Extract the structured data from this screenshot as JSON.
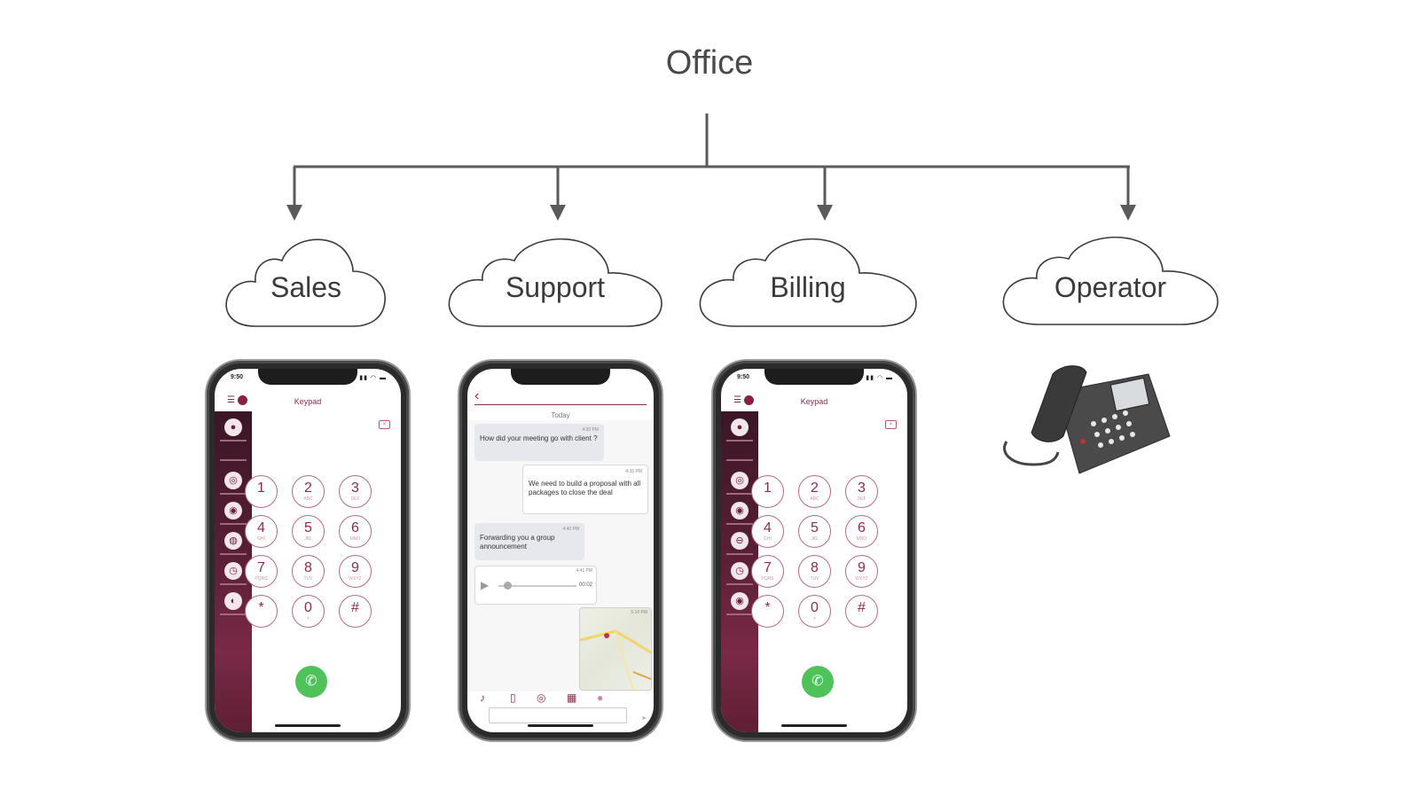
{
  "root": {
    "label": "Office"
  },
  "clouds": [
    {
      "id": "sales",
      "label": "Sales"
    },
    {
      "id": "support",
      "label": "Support"
    },
    {
      "id": "billing",
      "label": "Billing"
    },
    {
      "id": "operator",
      "label": "Operator"
    }
  ],
  "keypad_phone": {
    "time": "9:50",
    "title": "Keypad",
    "keys": [
      {
        "digit": "1",
        "sub": ""
      },
      {
        "digit": "2",
        "sub": "ABC"
      },
      {
        "digit": "3",
        "sub": "DEF"
      },
      {
        "digit": "4",
        "sub": "GHI"
      },
      {
        "digit": "5",
        "sub": "JKL"
      },
      {
        "digit": "6",
        "sub": "MNO"
      },
      {
        "digit": "7",
        "sub": "PQRS"
      },
      {
        "digit": "8",
        "sub": "TUV"
      },
      {
        "digit": "9",
        "sub": "WXYZ"
      },
      {
        "digit": "*",
        "sub": ""
      },
      {
        "digit": "0",
        "sub": "+"
      },
      {
        "digit": "#",
        "sub": ""
      }
    ]
  },
  "chat_phone": {
    "day": "Today",
    "messages": [
      {
        "time": "4:30 PM",
        "text": "How did your meeting go with client ?",
        "direction": "in"
      },
      {
        "time": "4:35 PM",
        "text": "We need to build a proposal with all packages to close the deal",
        "direction": "out"
      },
      {
        "time": "4:40 PM",
        "text": "Forwarding you a group announcement",
        "direction": "in"
      },
      {
        "time": "4:41 PM",
        "duration": "00:02",
        "direction": "in"
      },
      {
        "time": "5:10 PM",
        "direction": "out"
      }
    ]
  },
  "colors": {
    "brand": "#8a2b4c",
    "call": "#4fc25a",
    "connector": "#5a5a5a"
  }
}
